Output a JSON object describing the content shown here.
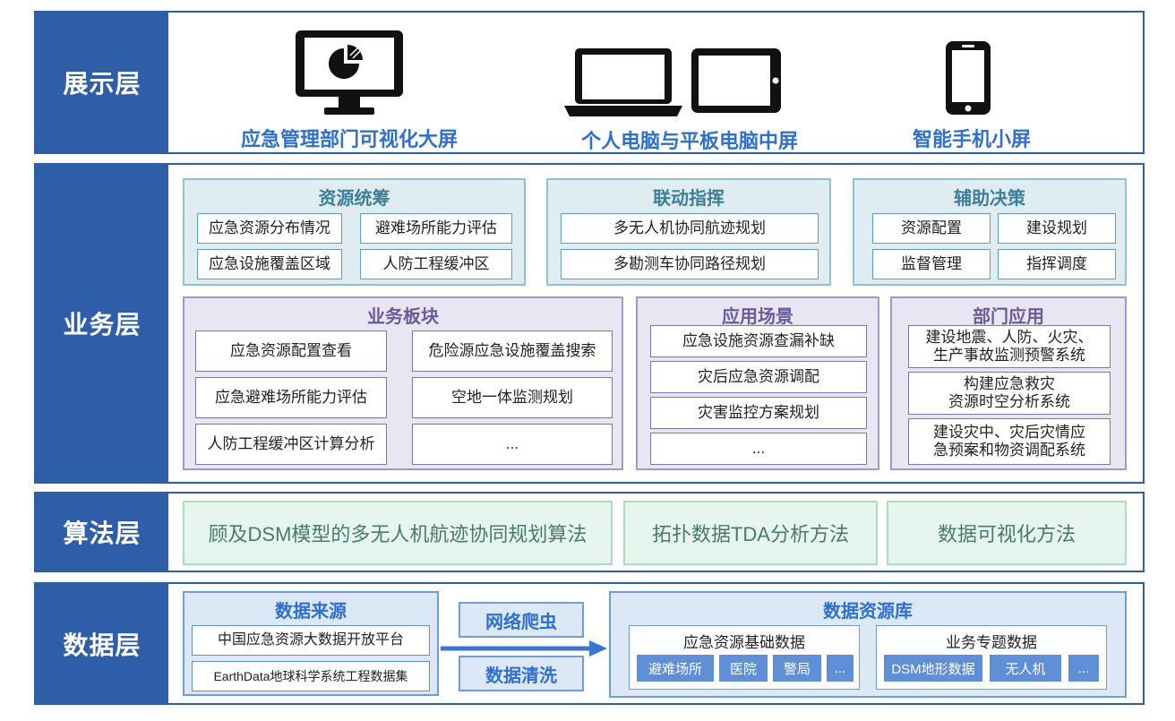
{
  "layers": {
    "display": "展示层",
    "business": "业务层",
    "algorithm": "算法层",
    "data": "数据层"
  },
  "display": {
    "screens": [
      {
        "caption": "应急管理部门可视化大屏",
        "icon": "monitor-pie-chart-icon"
      },
      {
        "caption": "个人电脑与平板电脑中屏",
        "icon": "laptop-tablet-icon"
      },
      {
        "caption": "智能手机小屏",
        "icon": "smartphone-icon"
      }
    ]
  },
  "business": {
    "resource": {
      "title": "资源统筹",
      "items": [
        "应急资源分布情况",
        "避难场所能力评估",
        "应急设施覆盖区域",
        "人防工程缓冲区"
      ]
    },
    "command": {
      "title": "联动指挥",
      "items": [
        "多无人机协同航迹规划",
        "多勘测车协同路径规划"
      ]
    },
    "decision": {
      "title": "辅助决策",
      "items": [
        "资源配置",
        "建设规划",
        "监督管理",
        "指挥调度"
      ]
    },
    "modules": {
      "title": "业务板块",
      "items": [
        "应急资源配置查看",
        "危险源应急设施覆盖搜索",
        "应急避难场所能力评估",
        "空地一体监测规划",
        "人防工程缓冲区计算分析",
        "..."
      ]
    },
    "scenarios": {
      "title": "应用场景",
      "items": [
        "应急设施资源查漏补缺",
        "灾后应急资源调配",
        "灾害监控方案规划",
        "..."
      ]
    },
    "departments": {
      "title": "部门应用",
      "items": [
        [
          "建设地震、人防、火灾、",
          "生产事故监测预警系统"
        ],
        [
          "构建应急救灾",
          "资源时空分析系统"
        ],
        [
          "建设灾中、灾后灾情应",
          "急预案和物资调配系统"
        ]
      ]
    }
  },
  "algorithm": {
    "items": [
      "顾及DSM模型的多无人机航迹协同规划算法",
      "拓扑数据TDA分析方法",
      "数据可视化方法"
    ]
  },
  "data": {
    "sources": {
      "title": "数据来源",
      "items": [
        "中国应急资源大数据开放平台",
        "EarthData地球科学系统工程数据集"
      ]
    },
    "processes": [
      "网络爬虫",
      "数据清洗"
    ],
    "repository": {
      "title": "数据资源库",
      "basic": {
        "title": "应急资源基础数据",
        "chips": [
          "避难场所",
          "医院",
          "警局",
          "..."
        ]
      },
      "topic": {
        "title": "业务专题数据",
        "chips": [
          "DSM地形数据",
          "无人机",
          "..."
        ]
      }
    }
  },
  "colors": {
    "primary": "#2f5ea8",
    "accent_text": "#2f6fd0",
    "teal_bg": "#dfecf2",
    "purple_bg": "#e8e6f2",
    "green_bg": "#e6f5ee",
    "blue_bg": "#dde8f7"
  }
}
